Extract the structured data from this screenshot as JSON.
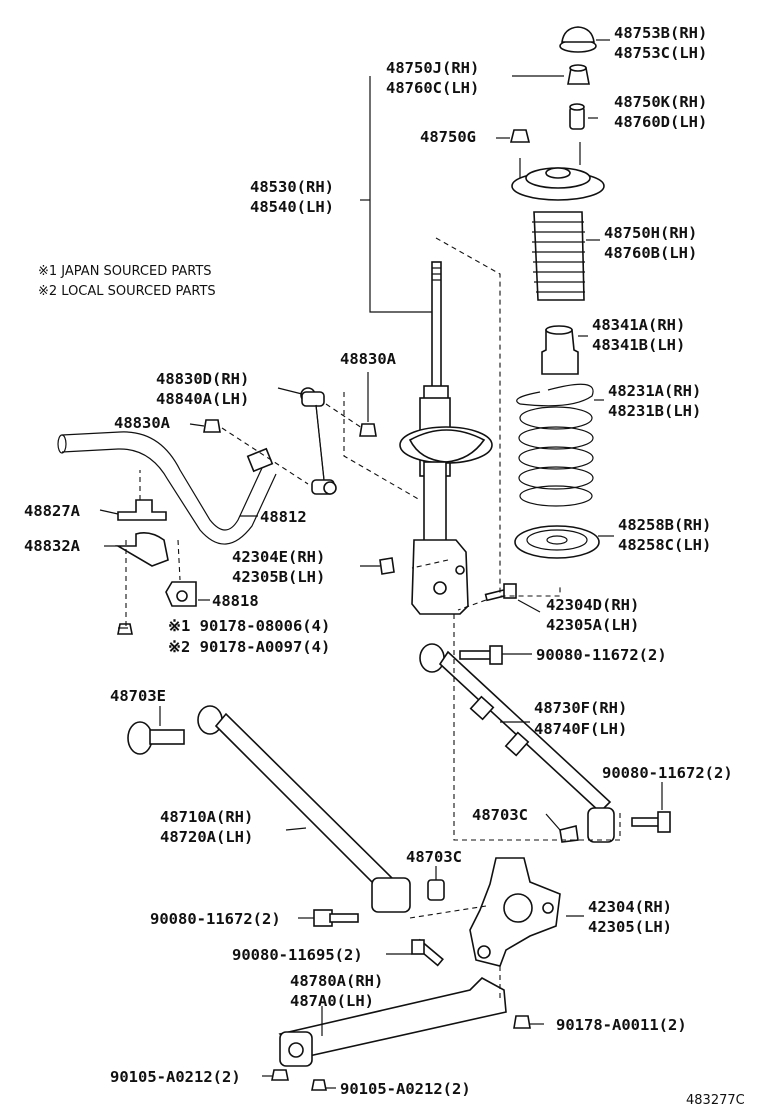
{
  "notes": [
    "※1 JAPAN SOURCED PARTS",
    "※2 LOCAL SOURCED PARTS"
  ],
  "figure_id": "483277C",
  "labels": {
    "p48753": [
      "48753B(RH)",
      "48753C(LH)"
    ],
    "p48750j": [
      "48750J(RH)",
      "48760C(LH)"
    ],
    "p48750k": [
      "48750K(RH)",
      "48760D(LH)"
    ],
    "p48750g": [
      "48750G"
    ],
    "p48530": [
      "48530(RH)",
      "48540(LH)"
    ],
    "p48750h": [
      "48750H(RH)",
      "48760B(LH)"
    ],
    "p48341": [
      "48341A(RH)",
      "48341B(LH)"
    ],
    "p48830a_top": [
      "48830A"
    ],
    "p48830d": [
      "48830D(RH)",
      "48840A(LH)"
    ],
    "p48231": [
      "48231A(RH)",
      "48231B(LH)"
    ],
    "p48830a_left": [
      "48830A"
    ],
    "p48827": [
      "48827A"
    ],
    "p48812": [
      "48812"
    ],
    "p48258": [
      "48258B(RH)",
      "48258C(LH)"
    ],
    "p48832": [
      "48832A"
    ],
    "p42304e": [
      "42304E(RH)",
      "42305B(LH)"
    ],
    "p42304d": [
      "42304D(RH)",
      "42305A(LH)"
    ],
    "p48818": [
      "48818"
    ],
    "p90178a": [
      "※1 90178-08006(4)",
      "※2 90178-A0097(4)"
    ],
    "p90080_1": [
      "90080-11672(2)"
    ],
    "p48703e": [
      "48703E"
    ],
    "p48730f": [
      "48730F(RH)",
      "48740F(LH)"
    ],
    "p90080_2": [
      "90080-11672(2)"
    ],
    "p48710a": [
      "48710A(RH)",
      "48720A(LH)"
    ],
    "p48703c_r": [
      "48703C"
    ],
    "p48703c_m": [
      "48703C"
    ],
    "p42304": [
      "42304(RH)",
      "42305(LH)"
    ],
    "p90080_3": [
      "90080-11672(2)"
    ],
    "p90080_4": [
      "90080-11695(2)"
    ],
    "p48780a": [
      "48780A(RH)",
      "487A0(LH)"
    ],
    "p90178b": [
      "90178-A0011(2)"
    ],
    "p90105_l": [
      "90105-A0212(2)"
    ],
    "p90105_r": [
      "90105-A0212(2)"
    ]
  }
}
